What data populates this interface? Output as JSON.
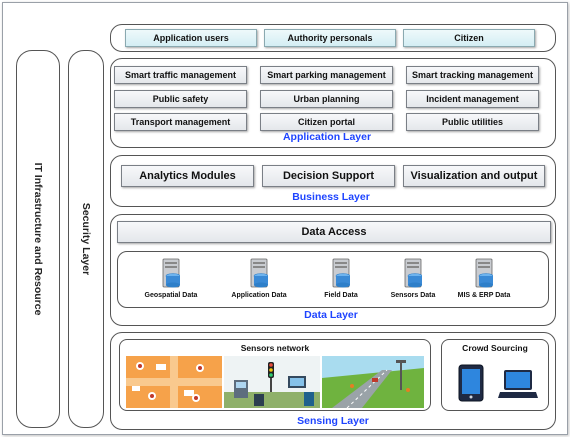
{
  "side": {
    "infrastructure_label": "IT Infrastructure and Resource",
    "security_label": "Security Layer"
  },
  "users": [
    "Application users",
    "Authority personals",
    "Citizen"
  ],
  "application_layer": {
    "title": "Application Layer",
    "modules": [
      "Smart traffic management",
      "Smart parking management",
      "Smart tracking management",
      "Public safety",
      "Urban planning",
      "Incident management",
      "Transport management",
      "Citizen portal",
      "Public utilities"
    ]
  },
  "business_layer": {
    "title": "Business Layer",
    "modules": [
      "Analytics Modules",
      "Decision Support",
      "Visualization and output"
    ]
  },
  "data_layer": {
    "title": "Data Layer",
    "access": "Data Access",
    "stores": [
      "Geospatial Data",
      "Application Data",
      "Field Data",
      "Sensors Data",
      "MIS & ERP Data"
    ]
  },
  "sensing_layer": {
    "title": "Sensing Layer",
    "sensors_title": "Sensors network",
    "crowd_title": "Crowd Sourcing"
  },
  "colors": {
    "title_blue": "#1e44ff",
    "db_blue": "#2e7fc9"
  }
}
